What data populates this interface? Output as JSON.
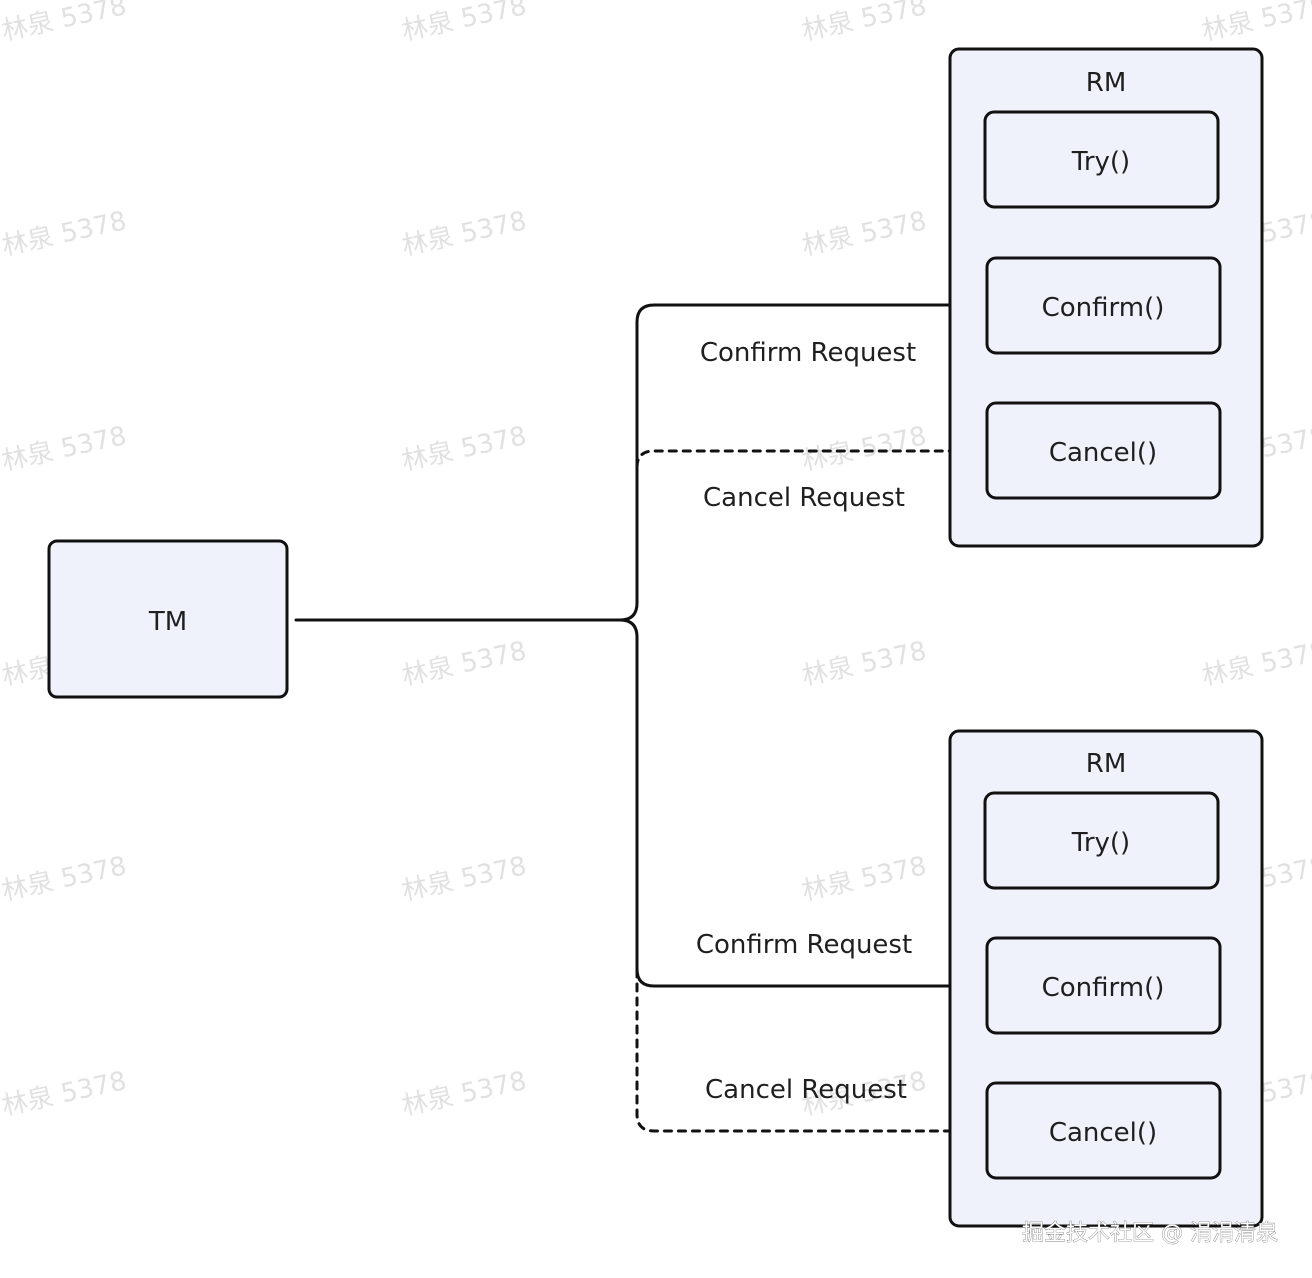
{
  "colors": {
    "box_fill": "#eff2fa",
    "stroke": "#111111",
    "text": "#1f1f1f",
    "background": "#ffffff"
  },
  "tm": {
    "label": "TM"
  },
  "rm_top": {
    "title": "RM",
    "methods": {
      "try": "Try()",
      "confirm": "Confirm()",
      "cancel": "Cancel()"
    }
  },
  "rm_bottom": {
    "title": "RM",
    "methods": {
      "try": "Try()",
      "confirm": "Confirm()",
      "cancel": "Cancel()"
    }
  },
  "edges": {
    "top_confirm": {
      "label": "Confirm Request",
      "style": "solid"
    },
    "top_cancel": {
      "label": "Cancel Request",
      "style": "dashed"
    },
    "bottom_confirm": {
      "label": "Confirm Request",
      "style": "solid"
    },
    "bottom_cancel": {
      "label": "Cancel Request",
      "style": "dashed"
    }
  },
  "watermark": {
    "text": "林泉 5378"
  },
  "footer": {
    "text": "掘金技术社区 @ 涓涓清泉"
  }
}
